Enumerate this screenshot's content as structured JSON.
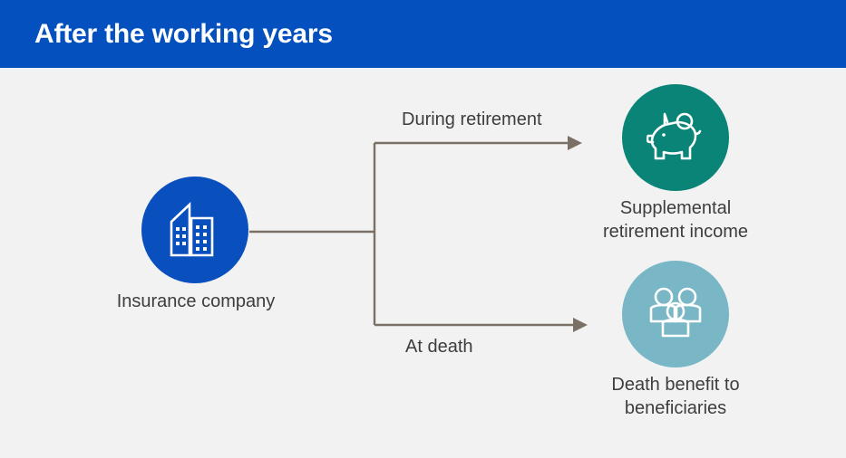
{
  "header": {
    "title": "After the working years",
    "background_color": "#0350be",
    "text_color": "#ffffff"
  },
  "canvas": {
    "background_color": "#f2f2f2"
  },
  "diagram": {
    "type": "flow",
    "connector_color": "#7a7066",
    "source": {
      "id": "insurance-company",
      "label": "Insurance company",
      "icon": "office-building-icon",
      "circle_color": "#0a4fbe"
    },
    "branches": [
      {
        "id": "during-retirement",
        "edge_label": "During retirement",
        "target_label": "Supplemental\nretirement income",
        "icon": "piggy-bank-icon",
        "circle_color": "#0b8478"
      },
      {
        "id": "at-death",
        "edge_label": "At death",
        "target_label": "Death benefit to\nbeneficiaries",
        "icon": "three-people-icon",
        "circle_color": "#79b6c6"
      }
    ]
  }
}
